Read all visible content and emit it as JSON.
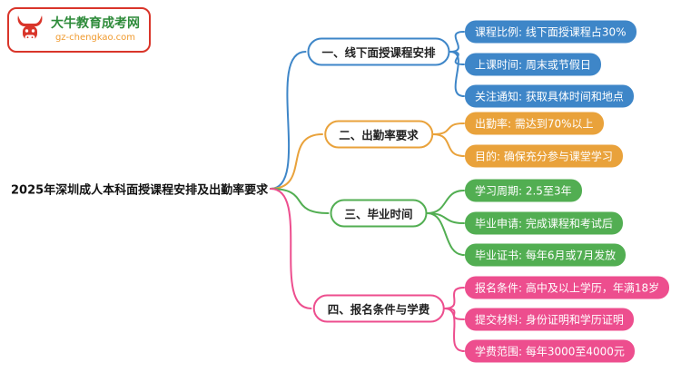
{
  "logo": {
    "site_name": "大牛教育成考网",
    "site_url": "gz-chengkao.com",
    "border_color": "#d9352a",
    "name_color": "#2e8b3a",
    "url_color": "#f09a2e"
  },
  "root_label": "2025年深圳成人本科面授课程安排及出勤率要求",
  "branches": [
    {
      "label": "一、线下面授课程安排",
      "color": "#3e86c8",
      "children": [
        "课程比例: 线下面授课程占30%",
        "上课时间: 周末或节假日",
        "关注通知: 获取具体时间和地点"
      ]
    },
    {
      "label": "二、出勤率要求",
      "color": "#e9a23b",
      "children": [
        "出勤率: 需达到70%以上",
        "目的: 确保充分参与课堂学习"
      ]
    },
    {
      "label": "三、毕业时间",
      "color": "#52ae52",
      "children": [
        "学习周期: 2.5至3年",
        "毕业申请: 完成课程和考试后",
        "毕业证书: 每年6月或7月发放"
      ]
    },
    {
      "label": "四、报名条件与学费",
      "color": "#ed4e8e",
      "children": [
        "报名条件: 高中及以上学历，年满18岁",
        "提交材料: 身份证明和学历证明",
        "学费范围: 每年3000至4000元"
      ]
    }
  ]
}
